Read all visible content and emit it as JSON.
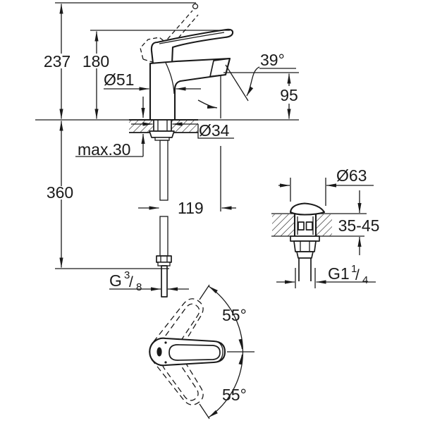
{
  "drawing": {
    "title": "Single-lever basin mixer with pop-up waste - dimensional drawing",
    "line_color": "#1a1a1a",
    "background_color": "#ffffff"
  },
  "labels": {
    "total_height": "237",
    "lever_height": "180",
    "body_diameter": "Ø51",
    "stream_angle": "39°",
    "spout_height": "95",
    "shank_diameter": "Ø34",
    "max_deck_thickness": "max.30",
    "hose_length": "360",
    "projection": "119",
    "waste_cap_diameter": "Ø63",
    "deck_thickness_range": "35-45",
    "handle_swing_upper": "55°",
    "handle_swing_lower": "55°",
    "supply_thread": {
      "base": "G",
      "sup": "3",
      "slash": "/",
      "sub": "8"
    },
    "waste_thread": {
      "base": "G1",
      "sup": "1",
      "slash": "/",
      "sub": "4"
    }
  }
}
